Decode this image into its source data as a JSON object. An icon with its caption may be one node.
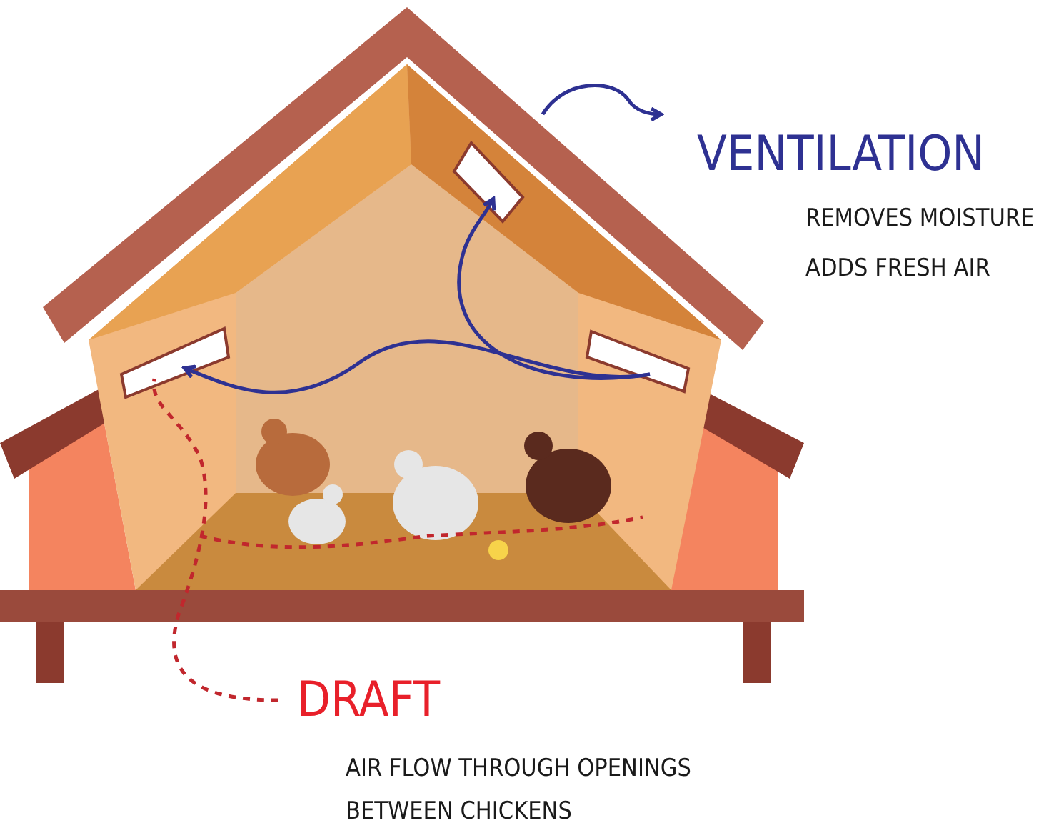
{
  "diagram": {
    "labels": [
      "VENTILATION",
      "REMOVES MOISTURE",
      "ADDS FRESH AIR",
      "DRAFT",
      "AIR FLOW THROUGH OPENINGS BETWEEN CHICKENS"
    ]
  }
}
